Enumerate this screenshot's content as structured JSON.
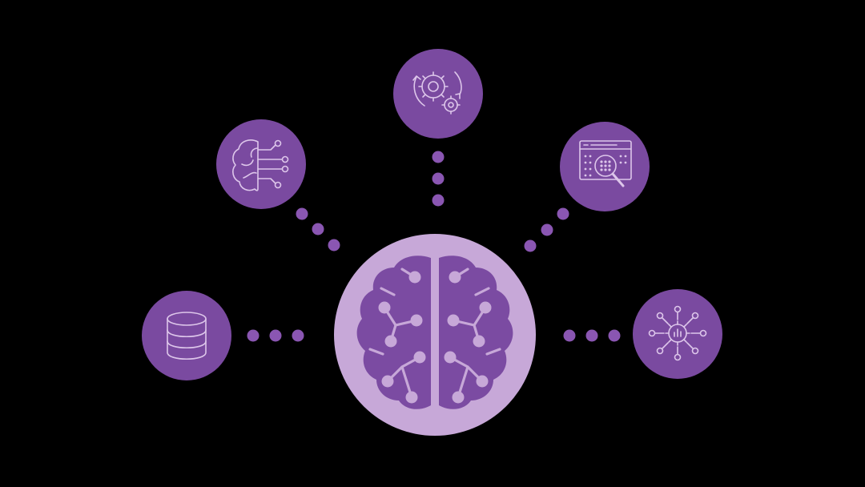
{
  "colors": {
    "background": "#000000",
    "node": "#7a4aa0",
    "hub": "#c7a8d8",
    "connector_dot": "#8a56b2",
    "icon_stroke": "#ddc6ea"
  },
  "hub": {
    "icon": "brain-circuit-icon"
  },
  "nodes": [
    {
      "id": "database",
      "icon": "database-icon"
    },
    {
      "id": "neural-brain",
      "icon": "brain-network-icon"
    },
    {
      "id": "gears",
      "icon": "gears-cycle-icon"
    },
    {
      "id": "data-inspection",
      "icon": "browser-search-icon"
    },
    {
      "id": "network-hub",
      "icon": "gear-network-icon"
    }
  ]
}
